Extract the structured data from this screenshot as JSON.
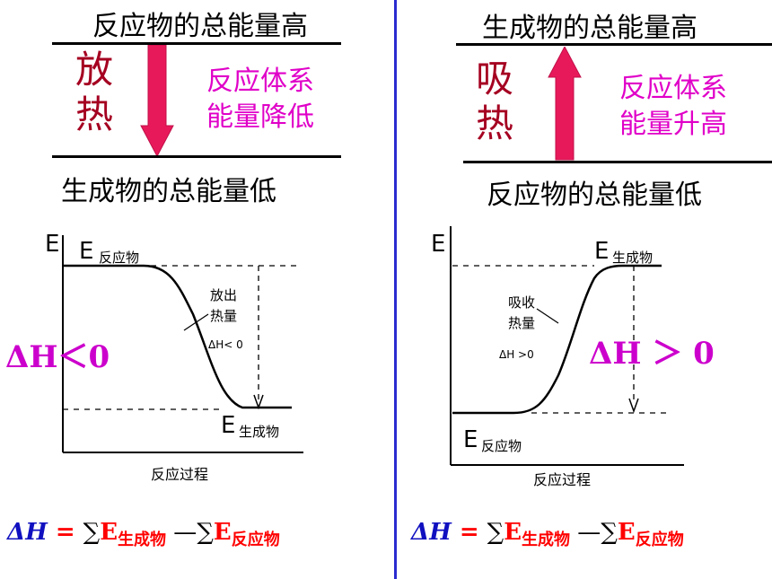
{
  "left": {
    "top_label": "反应物的总能量高",
    "side_chars": [
      "放",
      "热"
    ],
    "desc_lines": [
      "反应体系",
      "能量降低"
    ],
    "bottom_label": "生成物的总能量低",
    "graph": {
      "axis_e": "E",
      "upper_e": "E",
      "upper_sub": "反应物",
      "lower_e": "E",
      "lower_sub": "生成物",
      "note_lines": [
        "放出",
        "热量"
      ],
      "note_dh": "ΔH< 0",
      "xlabel": "反应过程"
    },
    "dh_text": "ΔH＜0",
    "formula": {
      "delta": "Δ",
      "h": "H",
      "eq": " = ",
      "sigma1": "∑",
      "e1": "E",
      "sub1": "生成物",
      "dash": " —",
      "sigma2": "∑",
      "e2": "E",
      "sub2": "反应物"
    }
  },
  "right": {
    "top_label": "生成物的总能量高",
    "side_chars": [
      "吸",
      "热"
    ],
    "desc_lines": [
      "反应体系",
      "能量升高"
    ],
    "bottom_label": "反应物的总能量低",
    "graph": {
      "axis_e": "E",
      "upper_e": "E",
      "upper_sub": "生成物",
      "lower_e": "E",
      "lower_sub": "反应物",
      "note_lines": [
        "吸收",
        "热量"
      ],
      "note_dh": "ΔH >0",
      "xlabel": "反应过程"
    },
    "dh_text": "ΔH ＞ 0",
    "formula": {
      "delta": "Δ",
      "h": "H",
      "eq": " = ",
      "sigma1": "∑",
      "e1": "E",
      "sub1": "生成物",
      "dash": " —",
      "sigma2": "∑",
      "e2": "E",
      "sub2": "反应物"
    }
  },
  "colors": {
    "arrow": "#e8195a",
    "divider": "#2b2bd0",
    "magenta": "#e000c8",
    "dark_red": "#a50021"
  }
}
